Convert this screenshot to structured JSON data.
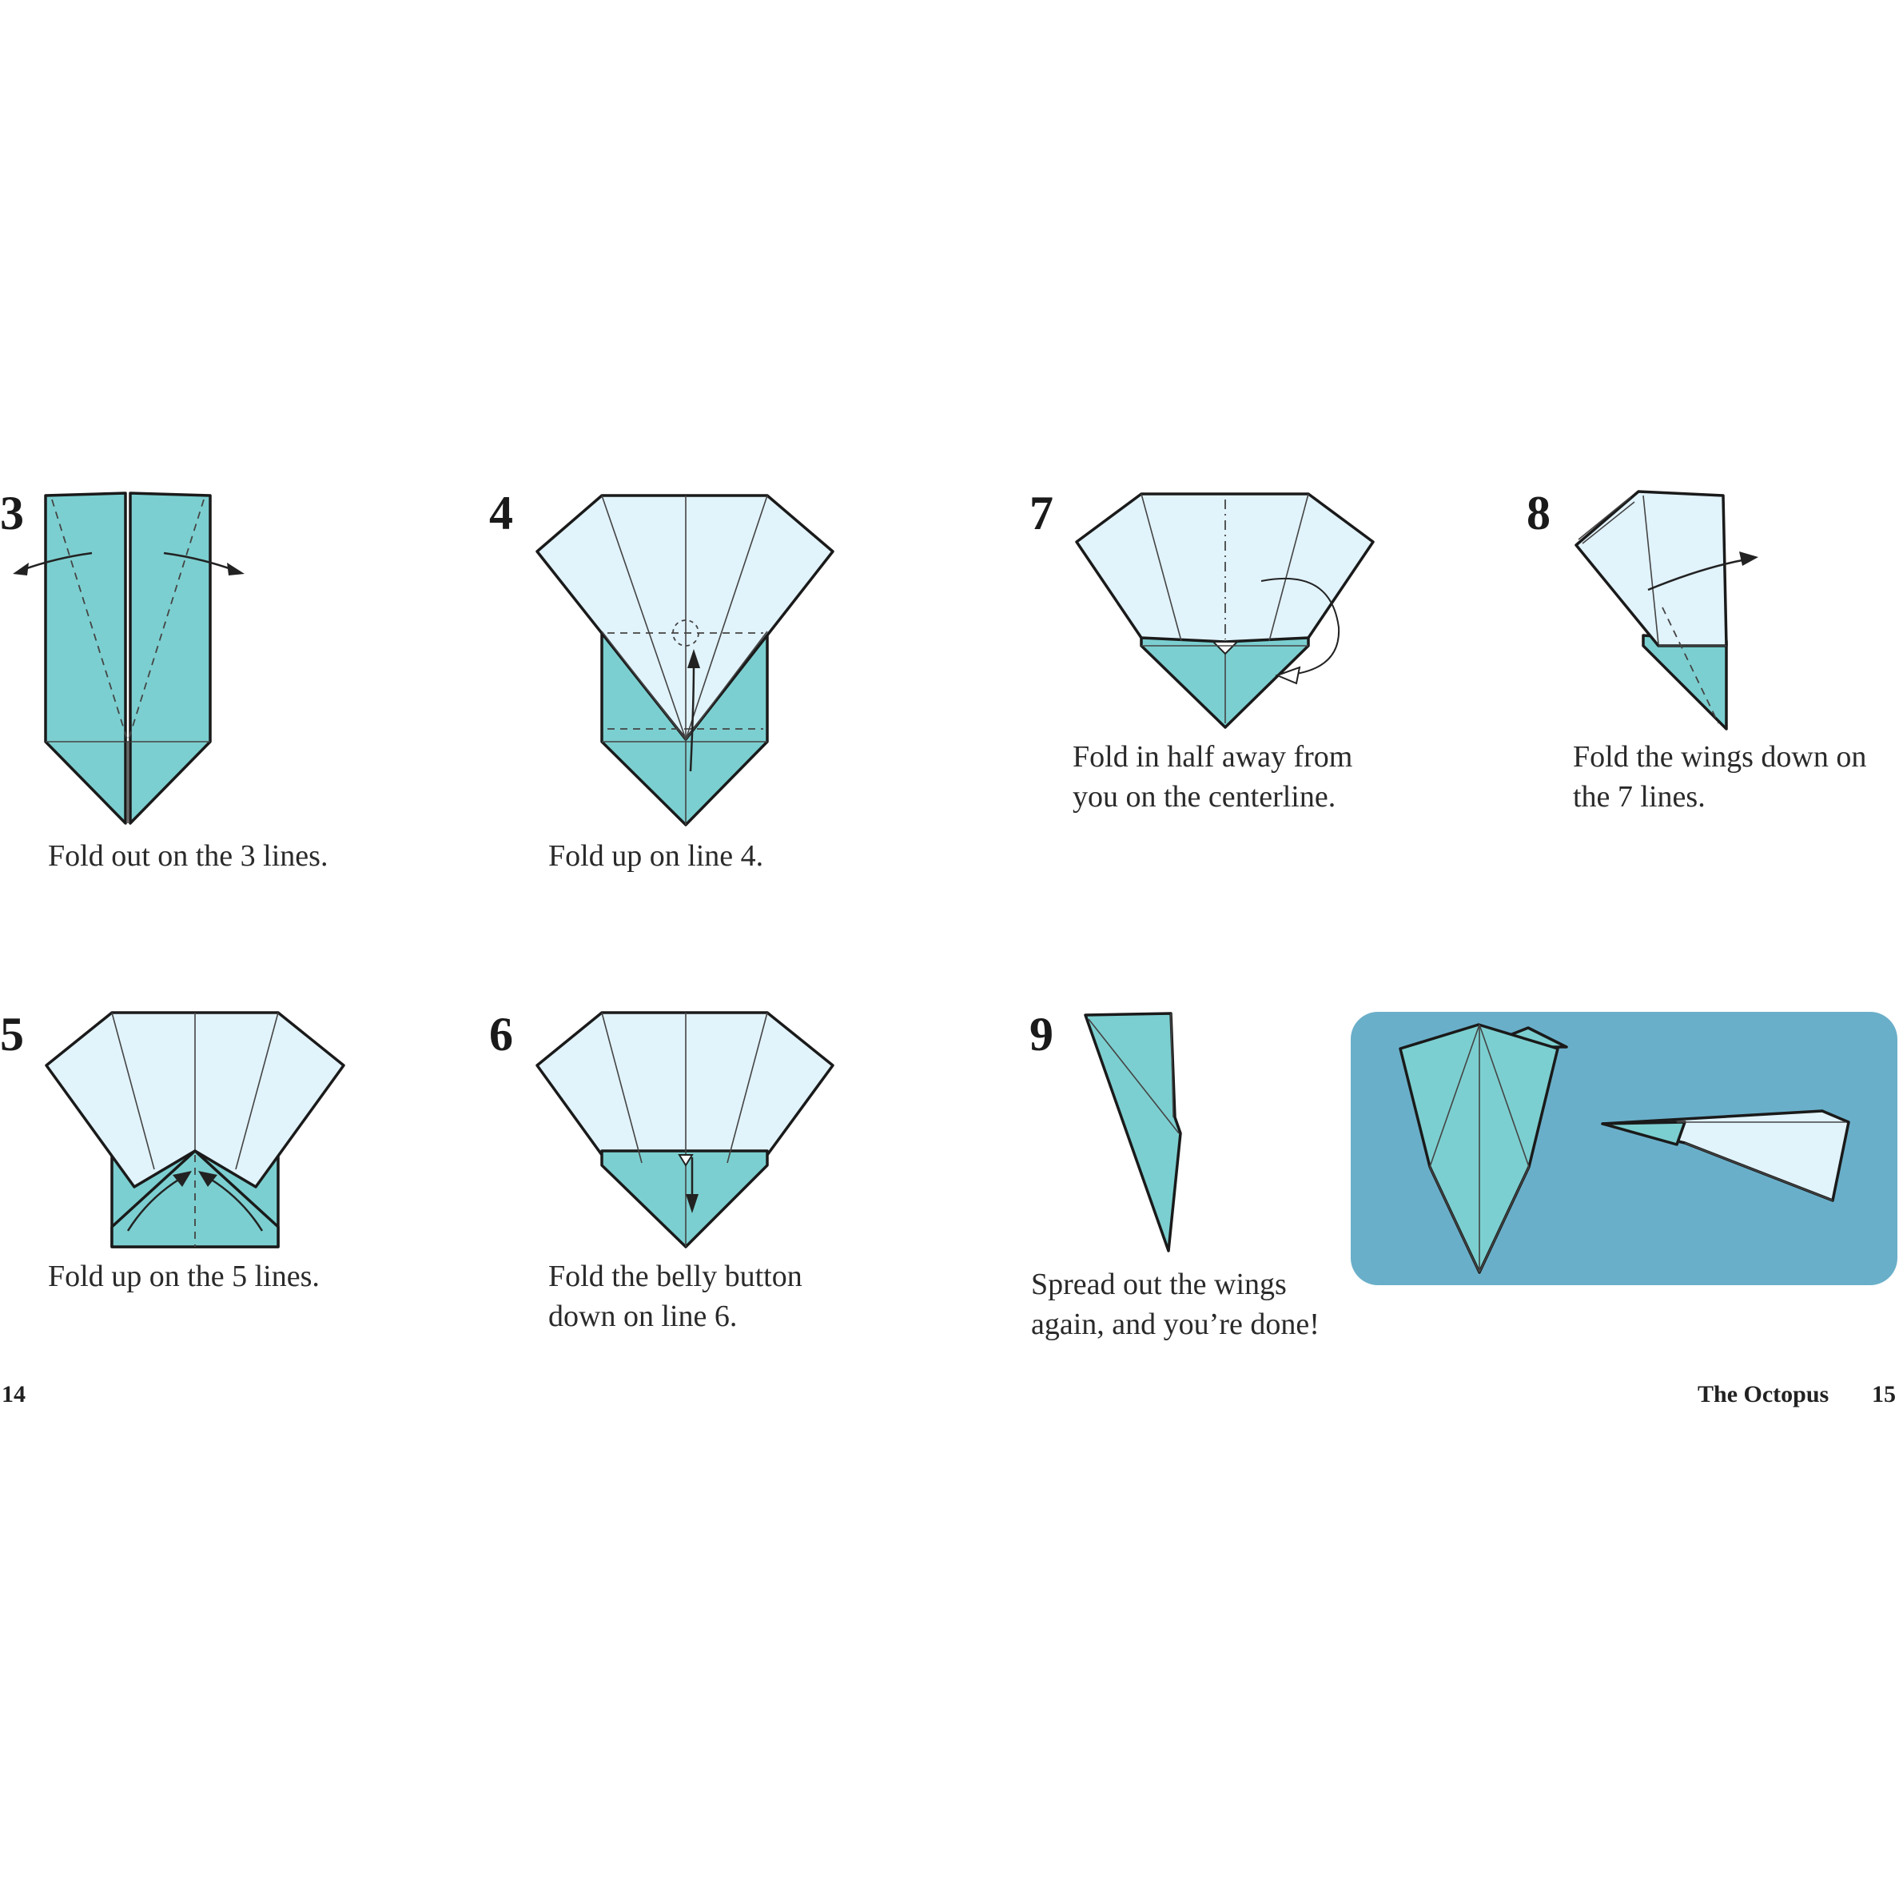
{
  "steps": [
    {
      "number": "3",
      "caption": [
        "Fold out on the 3 lines."
      ]
    },
    {
      "number": "4",
      "caption": [
        "Fold up on line 4."
      ]
    },
    {
      "number": "7",
      "caption": [
        "Fold in half away from",
        "you on the centerline."
      ]
    },
    {
      "number": "8",
      "caption": [
        "Fold the wings down on",
        "the 7 lines."
      ]
    },
    {
      "number": "5",
      "caption": [
        "Fold up on the 5 lines."
      ]
    },
    {
      "number": "6",
      "caption": [
        "Fold the belly button",
        "down on line 6."
      ]
    },
    {
      "number": "9",
      "caption": [
        "Spread out the wings",
        "again, and you’re done!"
      ]
    }
  ],
  "footer": {
    "left_page_number": "14",
    "title": "The Octopus",
    "right_page_number": "15"
  },
  "colors": {
    "teal": "#7ccfd0",
    "light_blue": "#e1f3fb",
    "photo_background": "#6aafc9"
  }
}
